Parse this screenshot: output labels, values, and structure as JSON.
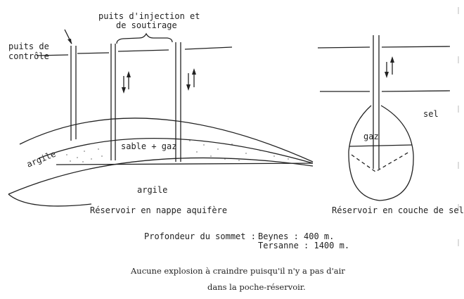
{
  "labels": {
    "control_well": [
      "puits de",
      "contrôle"
    ],
    "injection_wells": [
      "puits d'injection et",
      "de soutirage"
    ],
    "clay_upper": "argile",
    "sand_gas": "sable + gaz",
    "clay_lower": "argile",
    "aquifer_caption": "Réservoir en nappe aquifère",
    "gas": "gaz",
    "salt": "sel",
    "salt_caption": "Réservoir en couche de sel"
  },
  "depth": {
    "prefix": "Profondeur du sommet :",
    "line1": "Beynes : 400 m.",
    "line2": "Tersanne : 1400 m."
  },
  "note": {
    "line1": "Aucune explosion à craindre puisqu'il n'y a  pas d'air",
    "line2": "dans la poche-réservoir."
  }
}
